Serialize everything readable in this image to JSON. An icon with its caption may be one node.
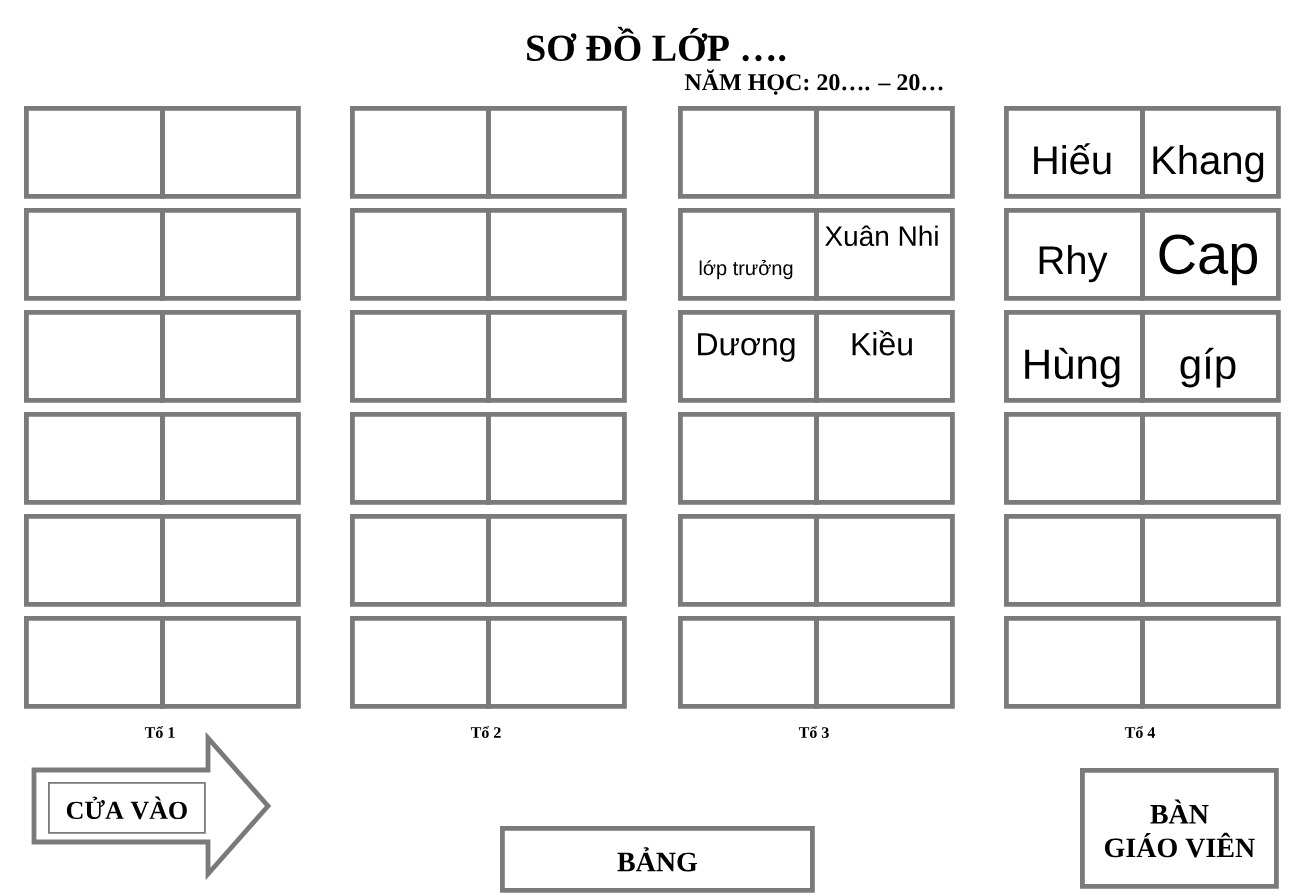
{
  "diagram": {
    "title": "SƠ ĐỒ LỚP ….",
    "nodes": [
      {
        "text": [],
        "shape": "box"
      },
      {
        "text": [],
        "shape": "box"
      },
      {
        "text": [],
        "shape": "box"
      },
      {
        "text": [],
        "shape": "box"
      },
      {
        "text": [],
        "shape": "box"
      },
      {
        "text": [],
        "shape": "box"
      },
      {
        "text": [
          "Hiếu"
        ]
      },
      {
        "text": [
          "Khang"
        ]
      },
      {
        "text": [],
        "shape": "box"
      },
      {
        "text": [],
        "shape": "box"
      },
      {
        "text": [],
        "shape": "box"
      },
      {
        "text": [],
        "shape": "box"
      },
      {
        "text": [
          "lớp trưởng"
        ]
      },
      {
        "text": [
          "Xuân Nhi"
        ]
      },
      {
        "text": [
          "Rhy"
        ]
      },
      {
        "text": [
          "Cap"
        ]
      },
      {
        "text": [],
        "shape": "box"
      },
      {
        "text": [],
        "shape": "box"
      },
      {
        "text": [],
        "shape": "box"
      },
      {
        "text": [],
        "shape": "box"
      },
      {
        "text": [
          "Dương"
        ]
      },
      {
        "text": [
          "Kiều"
        ]
      },
      {
        "text": [
          "Hùng"
        ]
      },
      {
        "text": [
          "gíp"
        ]
      },
      {
        "text": [],
        "shape": "box"
      },
      {
        "text": [],
        "shape": "box"
      },
      {
        "text": [],
        "shape": "box"
      },
      {
        "text": [],
        "shape": "box"
      },
      {
        "text": [],
        "shape": "box"
      },
      {
        "text": [],
        "shape": "box"
      },
      {
        "text": [],
        "shape": "box"
      },
      {
        "text": [],
        "shape": "box"
      },
      {
        "text": [],
        "shape": "box"
      },
      {
        "text": [],
        "shape": "box"
      },
      {
        "text": [],
        "shape": "box"
      },
      {
        "text": [],
        "shape": "box"
      },
      {
        "text": [],
        "shape": "box"
      },
      {
        "text": [],
        "shape": "box"
      },
      {
        "text": [],
        "shape": "box"
      },
      {
        "text": [],
        "shape": "box"
      },
      {
        "text": [],
        "shape": "box"
      },
      {
        "text": [],
        "shape": "box"
      },
      {
        "text": [],
        "shape": "box"
      },
      {
        "text": [],
        "shape": "box"
      },
      {
        "text": [],
        "shape": "box"
      },
      {
        "text": [],
        "shape": "box"
      },
      {
        "text": [],
        "shape": "box"
      },
      {
        "text": [],
        "shape": "box"
      },
      {
        "text": [
          "CỬA VÀO"
        ]
      },
      {
        "text": [
          "BẢNG"
        ]
      },
      {
        "text": [
          "BÀN GIÁO VIÊN"
        ]
      }
    ],
    "labels": [
      "NĂM HỌC: 20…. – 20…",
      "Tổ 1",
      "Tổ 2",
      "Tổ 3",
      "Tổ 4"
    ]
  }
}
